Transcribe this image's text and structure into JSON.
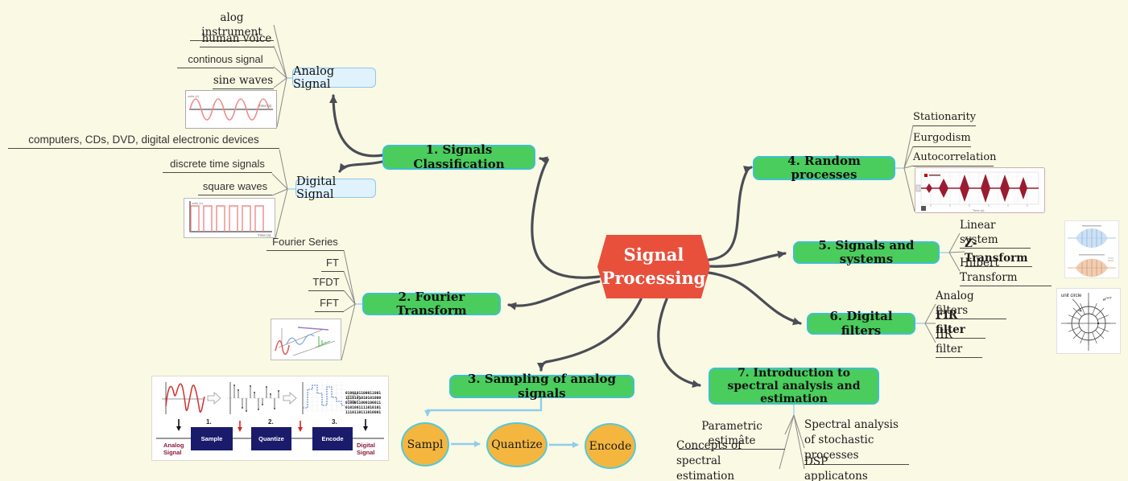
{
  "title": {
    "lines": [
      "Signal",
      "Processing"
    ]
  },
  "branches": {
    "classification": {
      "label": "1. Signals Classification",
      "analog": {
        "label": "Analog Signal",
        "items": [
          "alog instrument",
          "human voice",
          "continous signal",
          "sine waves"
        ]
      },
      "digital": {
        "label": "Digital Signal",
        "items": [
          "computers, CDs, DVD, digital electronic devices",
          "discrete time signals",
          "square waves"
        ]
      }
    },
    "fourier": {
      "label": "2. Fourier Transform",
      "items": [
        "Fourier Series",
        "FT",
        "TFDT",
        "FFT"
      ]
    },
    "sampling": {
      "label": "3. Sampling of analog signals",
      "steps": [
        "Sampl",
        "Quantize",
        "Encode"
      ]
    },
    "random": {
      "label": "4. Random processes",
      "items": [
        "Stationarity",
        "Eurgodism",
        "Autocorrelation"
      ]
    },
    "systems": {
      "label": "5. Signals and systems",
      "items": [
        "Linear system",
        "Z-Transform",
        "Hilbert Transform"
      ]
    },
    "filters": {
      "label": "6. Digital filters",
      "items": [
        "Analog filters",
        "FIR filter",
        "IIR filter"
      ]
    },
    "spectral": {
      "label": "7. Introduction to spectral analysis and estimation",
      "items_left": [
        "Parametric estimâte",
        "Concepts of spectral estimation"
      ],
      "items_right": [
        "Spectral analysis of stochastic processes",
        "DSP applicatons"
      ]
    }
  },
  "images": {
    "sine": {
      "time_label": "Time (s)",
      "y_label": "volts (v)"
    },
    "square": {
      "time_label": "Time (s)",
      "y_label": "volts (v)"
    },
    "waveform": {
      "time_label": "Time (s)"
    },
    "unit_circle": {
      "label": "unit circle",
      "exp_base": "e",
      "exp_sup": "jwT"
    },
    "process": {
      "boxes": [
        "Sample",
        "Quantize",
        "Encode"
      ],
      "numbers": [
        "1.",
        "2.",
        "3."
      ],
      "input_label_lines": [
        "Analog",
        "Signal"
      ],
      "output_label_lines": [
        "Digital",
        "Signal"
      ],
      "binary_lines": [
        "0100101100011001",
        "1110101010101000",
        "0100011000100011",
        "0101001111010101",
        "1110110111010001"
      ]
    }
  },
  "colors": {
    "background": "#FAF9E4",
    "center": "#E8503C",
    "topic": "#4ACD5C",
    "topic_border": "#3FC0CD",
    "subtopic_bg": "#DFF2FD",
    "subtopic_border": "#8CC8EE",
    "ellipse": "#F4B63F",
    "connector": "#4A4D55",
    "blue_connector": "#90CDEB"
  }
}
